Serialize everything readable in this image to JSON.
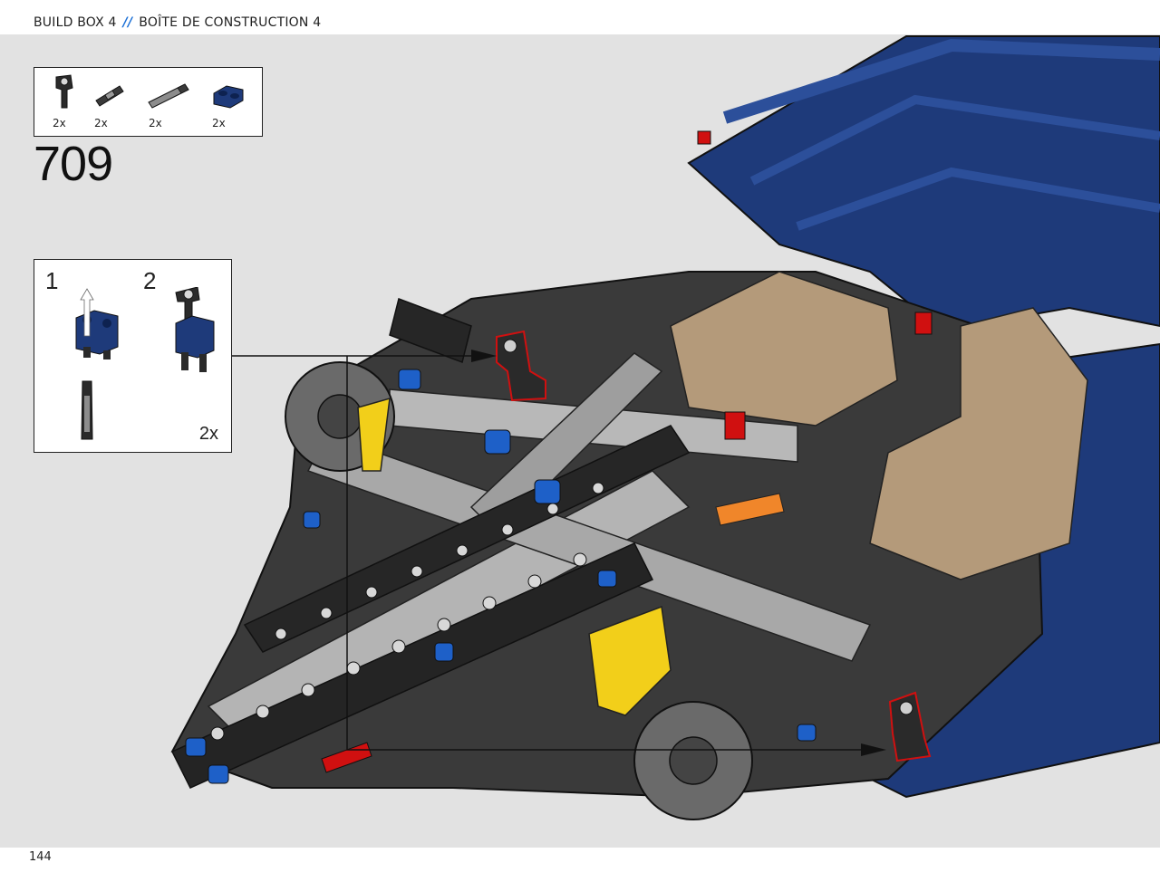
{
  "header": {
    "left": "BUILD BOX 4",
    "separator": "//",
    "right": "BOÎTE DE CONSTRUCTION 4"
  },
  "parts": [
    {
      "icon": "connector-peg-icon",
      "qty": "2x"
    },
    {
      "icon": "axle-pin-icon",
      "qty": "2x"
    },
    {
      "icon": "axle-icon",
      "qty": "2x"
    },
    {
      "icon": "blue-liftarm-icon",
      "qty": "2x"
    }
  ],
  "step": {
    "number": "709"
  },
  "callout": {
    "sub1": "1",
    "sub2": "2",
    "multiplier": "2x"
  },
  "footer": {
    "page": "144"
  },
  "colors": {
    "background": "#e2e2e2",
    "body_blue": "#1e3a7a",
    "beam_black": "#2a2a2a",
    "beam_gray": "#b4b4b4",
    "seat_tan": "#b49a7a",
    "accent_yellow": "#f2cf1a",
    "highlight_red": "#d01010"
  }
}
